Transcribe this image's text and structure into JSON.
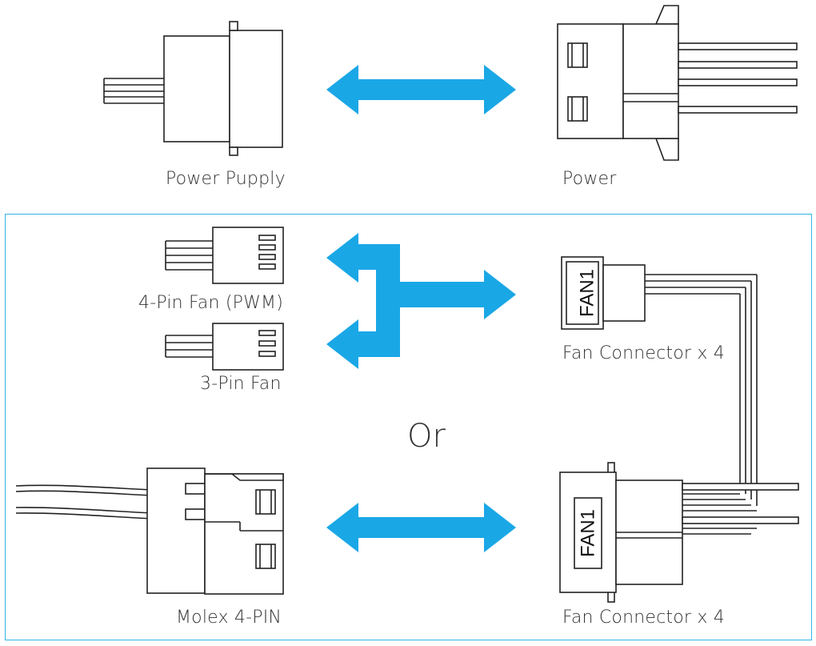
{
  "colors": {
    "accent": "#1aa7e6",
    "line": "#222222",
    "frame": "#34b4ea",
    "text": "#333333"
  },
  "labels": {
    "power_supply": "Power Pupply",
    "power": "Power",
    "fan_4pin": "4-Pin Fan (PWM)",
    "fan_3pin": "3-Pin Fan",
    "fan_connector_top": "Fan Connector x 4",
    "or": "Or",
    "molex": "Molex 4-PIN",
    "fan_connector_bottom": "Fan Connector x 4"
  },
  "connector_text": {
    "fan1_top": "FAN1",
    "fan1_bottom": "FAN1"
  },
  "icons": [
    "double-arrow-icon",
    "branch-arrow-icon",
    "power-supply-connector-icon",
    "power-connector-icon",
    "fan-4pin-plug-icon",
    "fan-3pin-plug-icon",
    "fan-connector-icon",
    "molex-connector-icon"
  ]
}
